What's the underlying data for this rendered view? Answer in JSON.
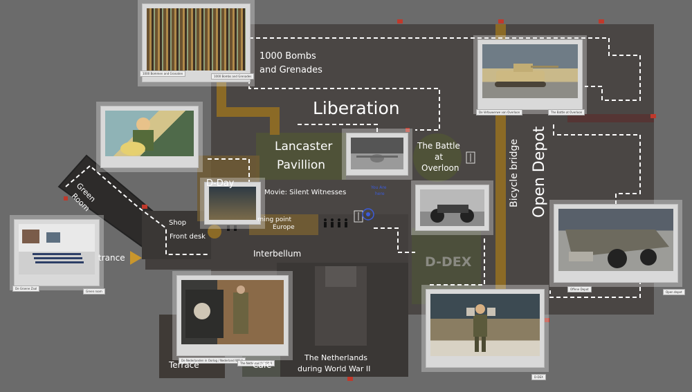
{
  "colors": {
    "background": "#6b6b6b",
    "building": "#4a4644",
    "building_dark": "#3a3735",
    "ochre_path": "#8b6a26",
    "green_area": "#4f5238",
    "route_dashes": "#ffffff",
    "marker_red": "#c0392b",
    "you_are_here": "#3b5bdb"
  },
  "labels": {
    "bombs": [
      "1000 Bombs",
      "and Grenades"
    ],
    "liberation": "Liberation",
    "lancaster": [
      "Lancaster",
      "Pavillion"
    ],
    "battle": [
      "The Battle",
      "at",
      "Overloon"
    ],
    "bicycle": "Bicycle bridge",
    "open_depot": "Open Depot",
    "green_room": [
      "Green",
      "Room"
    ],
    "shop": "Shop",
    "front_desk": "Front desk",
    "entrance": "trance",
    "dday": "D-Day",
    "movie": "Movie: Silent Witnesses",
    "turning": [
      "rning point",
      "Europe"
    ],
    "you_are_here": [
      "You Are",
      "here"
    ],
    "interbellum": "Interbellum",
    "ddex": "D-DEX",
    "terrace": "Terrace",
    "cafe": "Café",
    "netherlands": [
      "The Netherlands",
      "during World War II"
    ]
  },
  "captions": {
    "bombs_left": "1000 Bommen and Granaten",
    "bombs_right": "1000 Bombs and Grenades",
    "tank_left": "De Vefauwerwe van Overloon",
    "tank_right": "The Battle at Overloon",
    "ww2_left": "De Nederlanden in Oorlog / Nederland WO II",
    "ww2_right": "The Netherlands WW II",
    "green_left": "De Groene Zaal",
    "green_right": "Green room",
    "depot_left": "Offene Depot",
    "depot_right": "Open depot",
    "ddex": "D-DEX",
    "moto": "Interbellum"
  },
  "icons": [
    "toilet-icon",
    "lift-icon",
    "you-are-here-icon",
    "entrance-arrow-icon",
    "map-marker-icon"
  ]
}
